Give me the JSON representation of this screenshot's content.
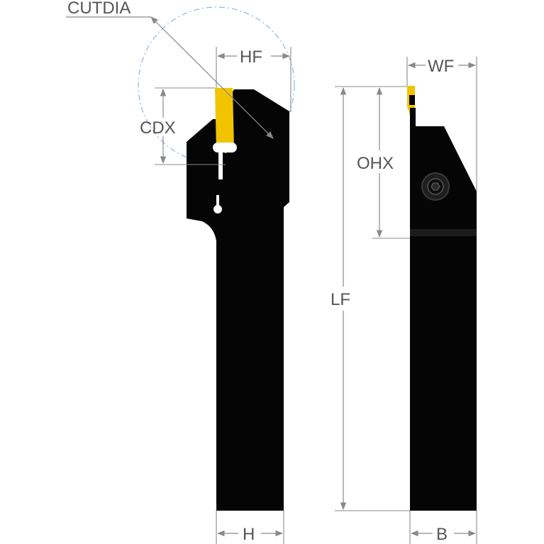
{
  "labels": {
    "cutdia": "CUTDIA",
    "hf": "HF",
    "cdx": "CDX",
    "wf": "WF",
    "ohx": "OHX",
    "lf": "LF",
    "h": "H",
    "b": "B"
  },
  "colors": {
    "tool_body": "#050505",
    "insert": "#f2c400",
    "dimension_lines": "#8a8a8a",
    "label_text": "#555555",
    "cutting_circle": "#9db8e0"
  },
  "icons": {
    "clamp_screw": "hex-socket-screw-icon"
  }
}
